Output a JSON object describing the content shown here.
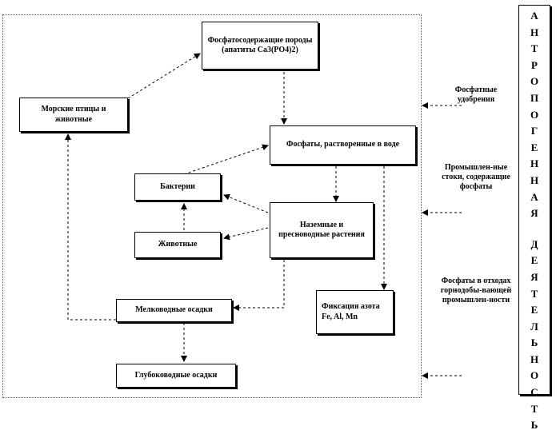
{
  "nodes": {
    "rocks": "Фосфатосодержащие породы (апатиты Ca3(PO4)2)",
    "marine": "Морские птицы и животные",
    "dissolved": "Фосфаты, растворенные в воде",
    "bacteria": "Бактерии",
    "plants": "Наземные и пресноводные растения",
    "animals": "Животные",
    "fixation": "Фиксация азота Fe, Al, Mn",
    "shallow": "Мелководные осадки",
    "deep": "Глубоководные осадки"
  },
  "sources": {
    "fertilizers": "Фосфатные удобрения",
    "wastewater": "Промышлен-ные стоки, содержащие фосфаты",
    "mining": "Фосфаты в отходах горнодобы-вающей промышлен-ности"
  },
  "anthro": {
    "word1": [
      "А",
      "Н",
      "Т",
      "Р",
      "О",
      "П",
      "О",
      "Г",
      "Е",
      "Н",
      "Н",
      "А",
      "Я"
    ],
    "word2": [
      "Д",
      "Е",
      "Я",
      "Т",
      "Е",
      "Л",
      "Ь",
      "Н",
      "О",
      "С",
      "Т",
      "Ь"
    ]
  }
}
